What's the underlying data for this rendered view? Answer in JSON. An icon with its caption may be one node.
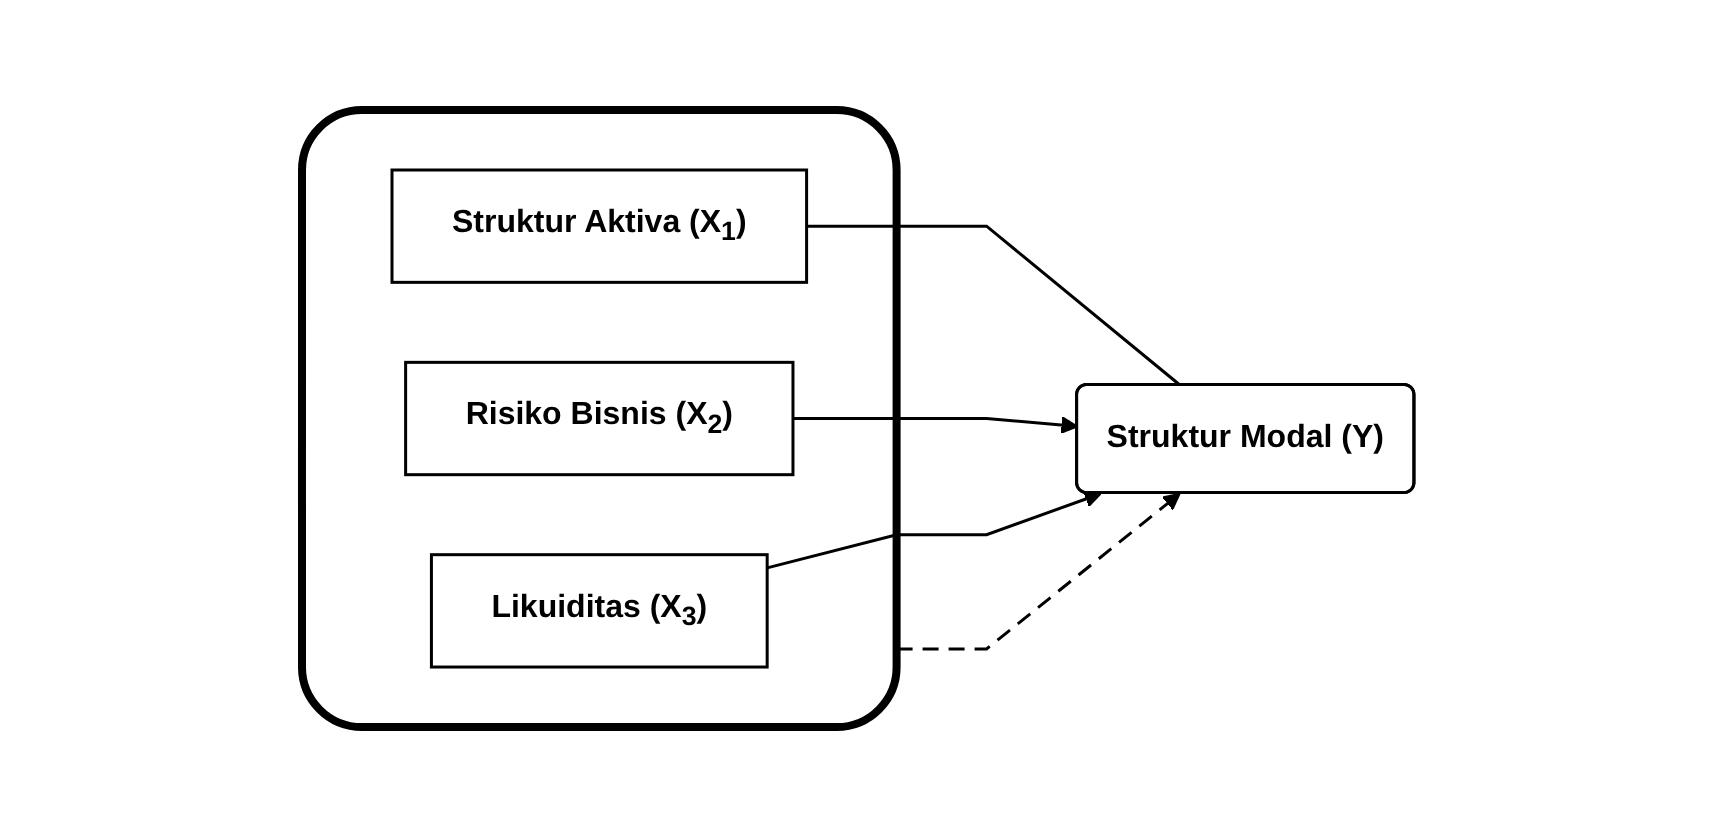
{
  "diagram": {
    "nodes": [
      {
        "text": [],
        "shape": "box"
      },
      {
        "text": [
          "Struktur Aktiva (X$_{1}$)"
        ],
        "in": 0
      },
      {
        "text": [
          "Risiko Bisnis (X$_{2}$)"
        ],
        "in": 0
      },
      {
        "text": [
          "Likuiditas (X$_{3}$)"
        ],
        "in": 0
      },
      {
        "text": [
          "Struktur Modal (Y)"
        ]
      }
    ],
    "edges": [
      {
        "from": 1,
        "to": 4,
        "arrow": "none"
      },
      {
        "from": 2,
        "to": 4,
        "arrow": "to"
      },
      {
        "from": 0,
        "to": 4,
        "arrow": "to",
        "style": "dashed"
      },
      {
        "from": 3,
        "to": 4,
        "arrow": "to"
      }
    ]
  }
}
